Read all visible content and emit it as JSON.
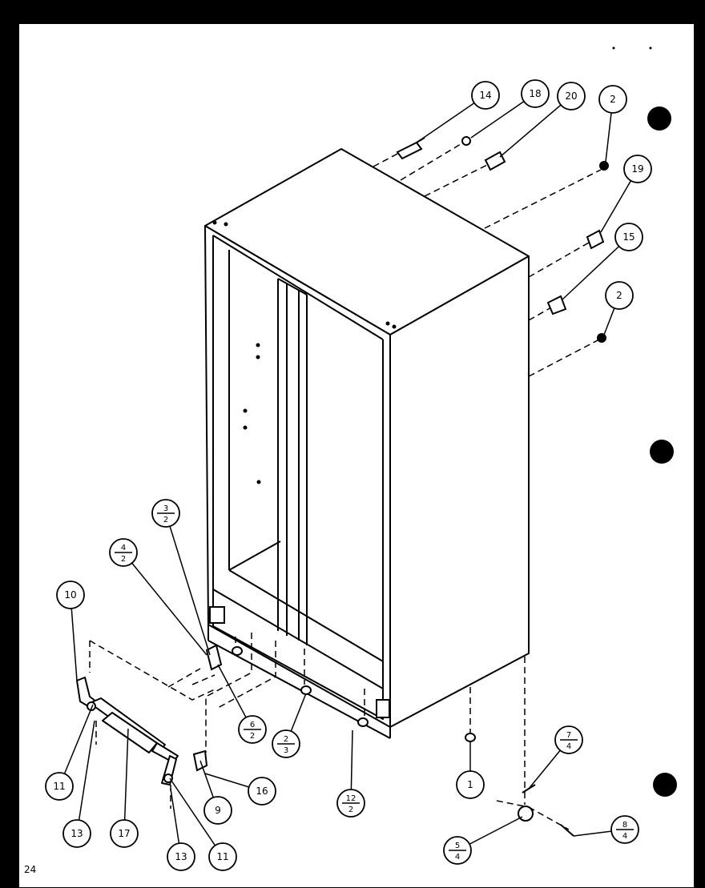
{
  "page_number": "24",
  "callouts": [
    {
      "id": "c14",
      "label": "14"
    },
    {
      "id": "c18",
      "label": "18"
    },
    {
      "id": "c20",
      "label": "20"
    },
    {
      "id": "c2a",
      "label": "2"
    },
    {
      "id": "c19",
      "label": "19"
    },
    {
      "id": "c15",
      "label": "15"
    },
    {
      "id": "c2b",
      "label": "2"
    },
    {
      "id": "c10",
      "label": "10"
    },
    {
      "id": "c11a",
      "label": "11"
    },
    {
      "id": "c13a",
      "label": "13"
    },
    {
      "id": "c17",
      "label": "17"
    },
    {
      "id": "c13b",
      "label": "13"
    },
    {
      "id": "c11b",
      "label": "11"
    },
    {
      "id": "c9",
      "label": "9"
    },
    {
      "id": "c16",
      "label": "16"
    },
    {
      "id": "c1",
      "label": "1"
    }
  ],
  "fraction_callouts": [
    {
      "id": "f32",
      "top": "3",
      "bottom": "2"
    },
    {
      "id": "f42",
      "top": "4",
      "bottom": "2"
    },
    {
      "id": "f62",
      "top": "6",
      "bottom": "2"
    },
    {
      "id": "f23",
      "top": "2",
      "bottom": "3"
    },
    {
      "id": "f122",
      "top": "12",
      "bottom": "2"
    },
    {
      "id": "f74",
      "top": "7",
      "bottom": "4"
    },
    {
      "id": "f54",
      "top": "5",
      "bottom": "4"
    },
    {
      "id": "f84",
      "top": "8",
      "bottom": "4"
    }
  ]
}
